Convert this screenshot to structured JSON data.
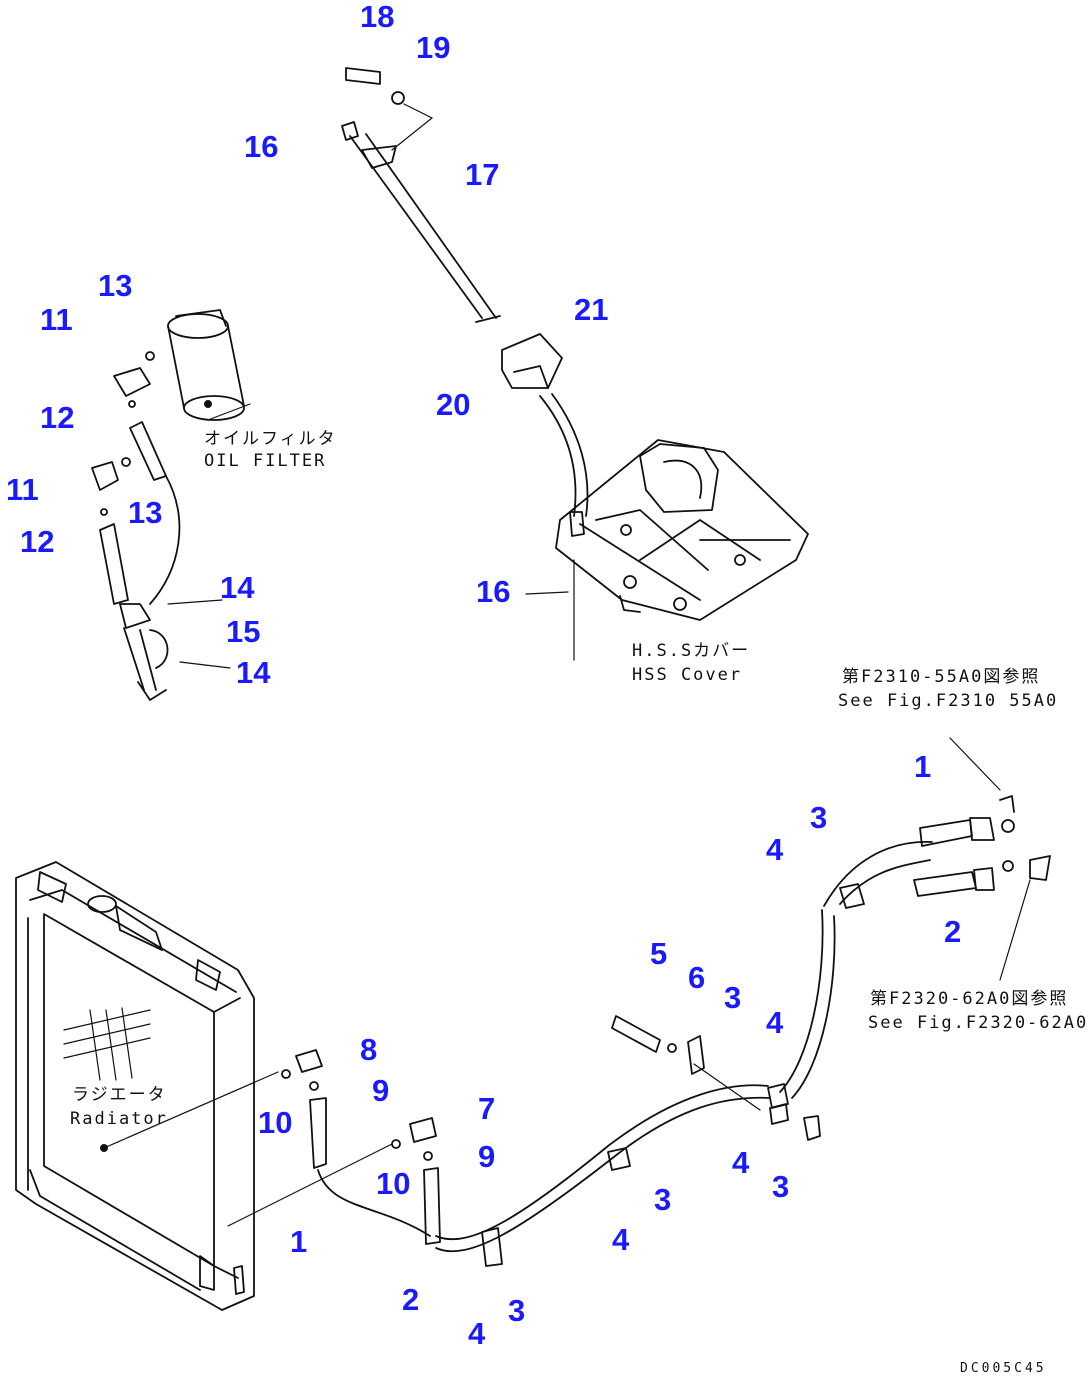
{
  "callouts": [
    {
      "id": "c18",
      "text": "18"
    },
    {
      "id": "c19",
      "text": "19"
    },
    {
      "id": "c16a",
      "text": "16"
    },
    {
      "id": "c17",
      "text": "17"
    },
    {
      "id": "c13a",
      "text": "13"
    },
    {
      "id": "c11a",
      "text": "11"
    },
    {
      "id": "c12a",
      "text": "12"
    },
    {
      "id": "c11b",
      "text": "11"
    },
    {
      "id": "c13b",
      "text": "13"
    },
    {
      "id": "c12b",
      "text": "12"
    },
    {
      "id": "c14a",
      "text": "14"
    },
    {
      "id": "c15",
      "text": "15"
    },
    {
      "id": "c14b",
      "text": "14"
    },
    {
      "id": "c21",
      "text": "21"
    },
    {
      "id": "c20",
      "text": "20"
    },
    {
      "id": "c16b",
      "text": "16"
    },
    {
      "id": "c1a",
      "text": "1"
    },
    {
      "id": "c3a",
      "text": "3"
    },
    {
      "id": "c4a",
      "text": "4"
    },
    {
      "id": "c2a",
      "text": "2"
    },
    {
      "id": "c5",
      "text": "5"
    },
    {
      "id": "c6",
      "text": "6"
    },
    {
      "id": "c3b",
      "text": "3"
    },
    {
      "id": "c4b",
      "text": "4"
    },
    {
      "id": "c8",
      "text": "8"
    },
    {
      "id": "c9a",
      "text": "9"
    },
    {
      "id": "c10a",
      "text": "10"
    },
    {
      "id": "c7",
      "text": "7"
    },
    {
      "id": "c9b",
      "text": "9"
    },
    {
      "id": "c10b",
      "text": "10"
    },
    {
      "id": "c4c",
      "text": "4"
    },
    {
      "id": "c3c",
      "text": "3"
    },
    {
      "id": "c3d",
      "text": "3"
    },
    {
      "id": "c4d",
      "text": "4"
    },
    {
      "id": "c1b",
      "text": "1"
    },
    {
      "id": "c2b",
      "text": "2"
    },
    {
      "id": "c3e",
      "text": "3"
    },
    {
      "id": "c4e",
      "text": "4"
    }
  ],
  "labels": {
    "oil_filter_jp": "オイルフィルタ",
    "oil_filter_en": "OIL FILTER",
    "hss_cover_jp": "H.S.Sカバー",
    "hss_cover_en": "HSS Cover",
    "ref_top_jp": "第F2310-55A0図参照",
    "ref_top_en": "See Fig.F2310 55A0",
    "ref_bottom_jp": "第F2320-62A0図参照",
    "ref_bottom_en": "See Fig.F2320-62A0",
    "radiator_jp": "ラジエータ",
    "radiator_en": "Radiator",
    "drawing_code": "DC005C45"
  }
}
